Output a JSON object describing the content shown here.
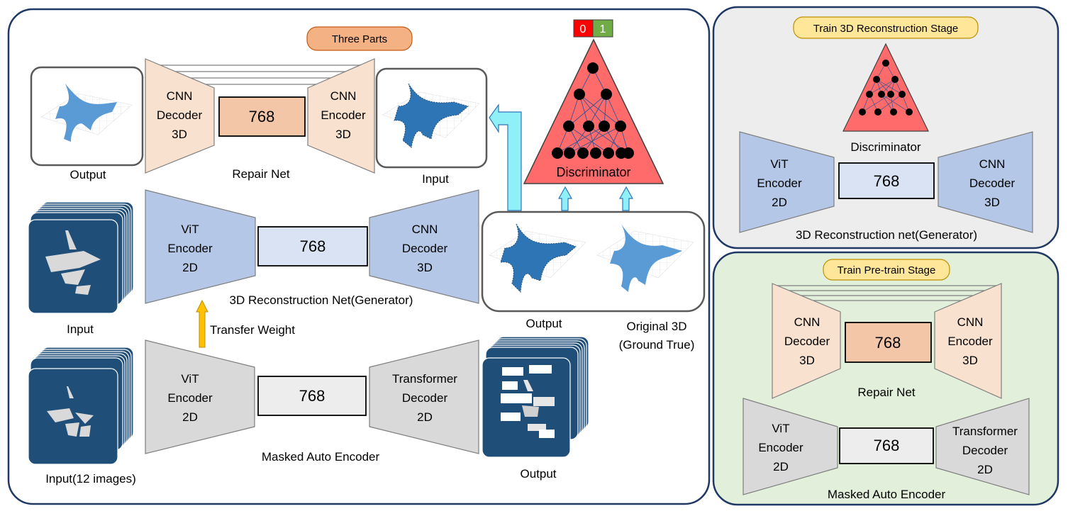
{
  "main": {
    "title": "Three Parts",
    "repair_net": {
      "caption": "Repair Net",
      "decoder": [
        "CNN",
        "Decoder",
        "3D"
      ],
      "encoder": [
        "CNN",
        "Encoder",
        "3D"
      ],
      "latent": "768",
      "output_label": "Output",
      "input_label": "Input"
    },
    "generator": {
      "caption": "3D Reconstruction Net(Generator)",
      "encoder": [
        "ViT",
        "Encoder",
        "2D"
      ],
      "decoder": [
        "CNN",
        "Decoder",
        "3D"
      ],
      "latent": "768",
      "input_label": "Input"
    },
    "discriminator": {
      "label": "Discriminator",
      "class_0": "0",
      "class_1": "1",
      "output_label": "Output",
      "ground_truth_label": [
        "Original 3D",
        "(Ground True)"
      ]
    },
    "transfer_label": "Transfer Weight",
    "mae": {
      "caption": "Masked Auto Encoder",
      "encoder": [
        "ViT",
        "Encoder",
        "2D"
      ],
      "decoder": [
        "Transformer",
        "Decoder",
        "2D"
      ],
      "latent": "768",
      "input_label": "Input(12 images)",
      "output_label": "Output"
    }
  },
  "stage_recon": {
    "title": "Train 3D Reconstruction Stage",
    "discriminator_label": "Discriminator",
    "encoder": [
      "ViT",
      "Encoder",
      "2D"
    ],
    "decoder": [
      "CNN",
      "Decoder",
      "3D"
    ],
    "latent": "768",
    "caption": "3D Reconstruction net(Generator)"
  },
  "stage_pretrain": {
    "title": "Train Pre-train Stage",
    "repair_decoder": [
      "CNN",
      "Decoder",
      "3D"
    ],
    "repair_encoder": [
      "CNN",
      "Encoder",
      "3D"
    ],
    "repair_latent": "768",
    "repair_caption": "Repair Net",
    "mae_encoder": [
      "ViT",
      "Encoder",
      "2D"
    ],
    "mae_decoder": [
      "Transformer",
      "Decoder",
      "2D"
    ],
    "mae_latent": "768",
    "mae_caption": "Masked Auto Encoder"
  },
  "colors": {
    "panel_border": "#1f3864",
    "peach_block": "#f8e1cf",
    "peach_latent": "#f4c6a8",
    "blue_block": "#b4c7e7",
    "blue_latent": "#dae3f3",
    "grey_block": "#d9d9d9",
    "grey_latent": "#ededed",
    "title_orange": "#f4b183",
    "title_yellow": "#ffe699",
    "disc_red": "#ff6b6b",
    "image_tile": "#1f4e79",
    "cyan_arrow": "#8ff0f8",
    "orange_arrow": "#ffc000",
    "panel_grey": "#ededed",
    "panel_green": "#e2efda"
  },
  "icons": [
    "aircraft-point-cloud",
    "aircraft-surface",
    "masked-aircraft-image",
    "neural-network"
  ]
}
